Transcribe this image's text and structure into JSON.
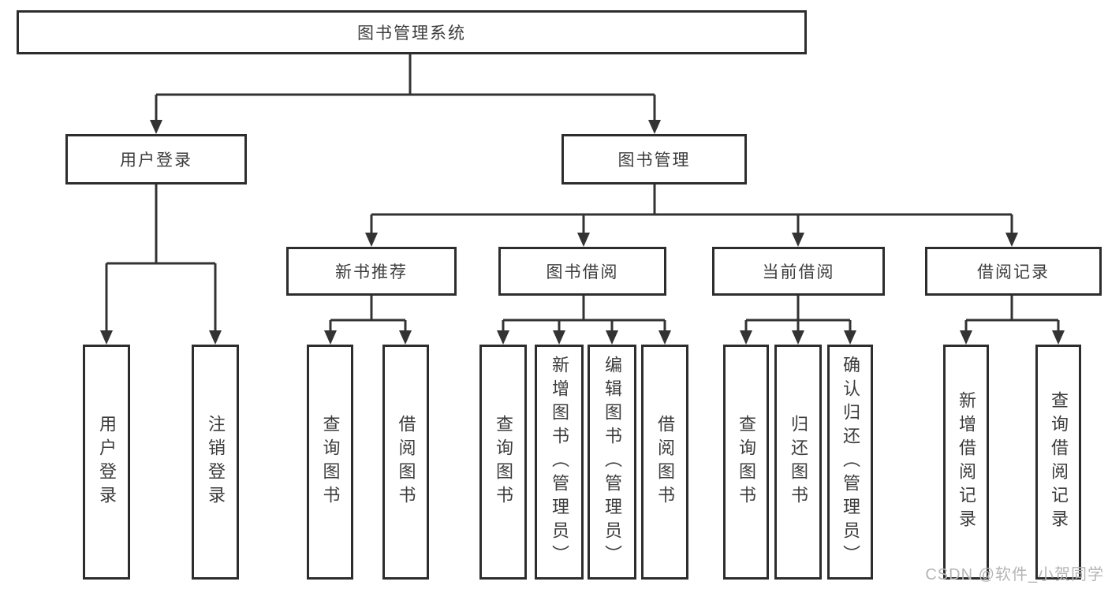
{
  "tree": {
    "label": "图书管理系统",
    "children": [
      {
        "label": "用户登录",
        "children": [
          {
            "label": "用户登录"
          },
          {
            "label": "注销登录"
          }
        ]
      },
      {
        "label": "图书管理",
        "children": [
          {
            "label": "新书推荐",
            "children": [
              {
                "label": "查询图书"
              },
              {
                "label": "借阅图书"
              }
            ]
          },
          {
            "label": "图书借阅",
            "children": [
              {
                "label": "查询图书"
              },
              {
                "label": "新增图书（管理员）"
              },
              {
                "label": "编辑图书（管理员）"
              },
              {
                "label": "借阅图书"
              }
            ]
          },
          {
            "label": "当前借阅",
            "children": [
              {
                "label": "查询图书"
              },
              {
                "label": "归还图书"
              },
              {
                "label": "确认归还（管理员）"
              }
            ]
          },
          {
            "label": "借阅记录",
            "children": [
              {
                "label": "新增借阅记录"
              },
              {
                "label": "查询借阅记录"
              }
            ]
          }
        ]
      }
    ]
  },
  "watermark": {
    "text": "CSDN @软件_小贺同学"
  },
  "colors": {
    "line": "#333333",
    "border": "#2d2d2d",
    "text": "#3c3c3c",
    "watermark": "#b5b5b5",
    "background": "#ffffff"
  }
}
